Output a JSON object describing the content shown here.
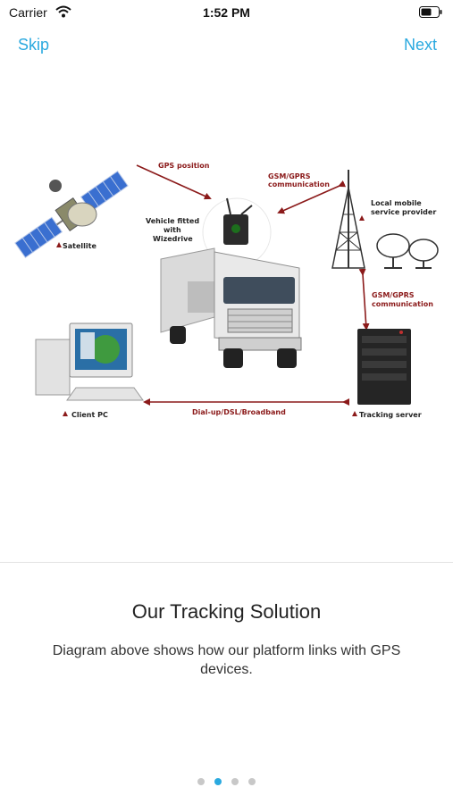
{
  "status_bar": {
    "carrier": "Carrier",
    "time": "1:52 PM"
  },
  "nav": {
    "skip_label": "Skip",
    "next_label": "Next"
  },
  "diagram": {
    "labels": {
      "gps_position": "GPS position",
      "gsm_top_1": "GSM/GPRS",
      "gsm_top_2": "communication",
      "local_1": "Local mobile",
      "local_2": "service provider",
      "vehicle_1": "Vehicle fitted",
      "vehicle_2": "with",
      "vehicle_3": "Wizedrive",
      "satellite": "Satellite",
      "gsm_right_1": "GSM/GPRS",
      "gsm_right_2": "communication",
      "client_pc": "Client PC",
      "dialup": "Dial-up/DSL/Broadband",
      "tracking_server": "Tracking server"
    }
  },
  "content": {
    "title": "Our Tracking Solution",
    "description": "Diagram above shows how our platform links with GPS devices."
  },
  "pager": {
    "total": 4,
    "active_index": 1
  },
  "colors": {
    "accent": "#2aa9df",
    "arrow": "#8b1a1a"
  }
}
